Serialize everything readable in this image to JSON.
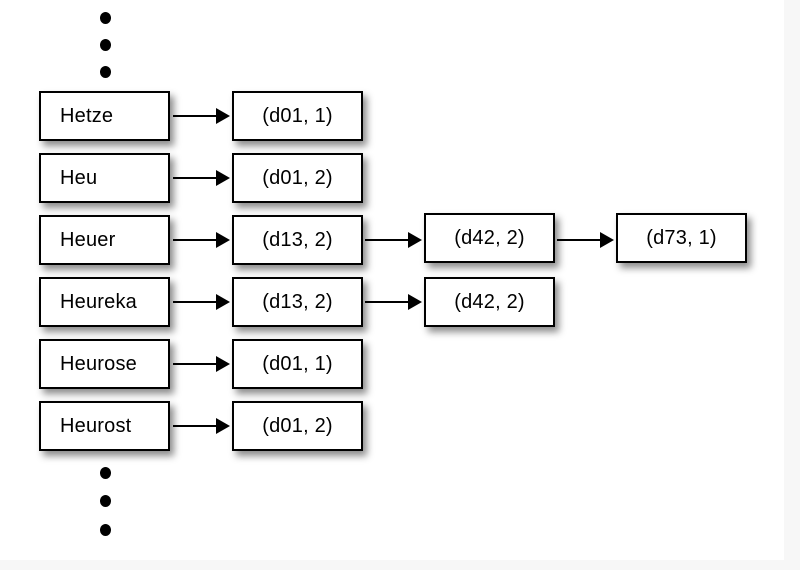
{
  "diagram": {
    "title": "inverted-index-postings-chain",
    "background_color": "#ffffff",
    "page_color": "#f7f7f7",
    "box_fill": "#ffffff",
    "box_border_color": "#000000",
    "text_color": "#000000",
    "ellipsis_top": [
      "dot",
      "dot",
      "dot"
    ],
    "ellipsis_bottom": [
      "dot",
      "dot",
      "dot"
    ],
    "rows": [
      {
        "term": "Hetze",
        "posting1": "(d01, 1)",
        "posting2": null,
        "posting3": null
      },
      {
        "term": "Heu",
        "posting1": "(d01, 2)",
        "posting2": null,
        "posting3": null
      },
      {
        "term": "Heuer",
        "posting1": "(d13, 2)",
        "posting2": "(d42, 2)",
        "posting3": "(d73, 1)"
      },
      {
        "term": "Heureka",
        "posting1": "(d13, 2)",
        "posting2": "(d42, 2)",
        "posting3": null
      },
      {
        "term": "Heurose",
        "posting1": "(d01, 1)",
        "posting2": null,
        "posting3": null
      },
      {
        "term": "Heurost",
        "posting1": "(d01, 2)",
        "posting2": null,
        "posting3": null
      }
    ]
  }
}
